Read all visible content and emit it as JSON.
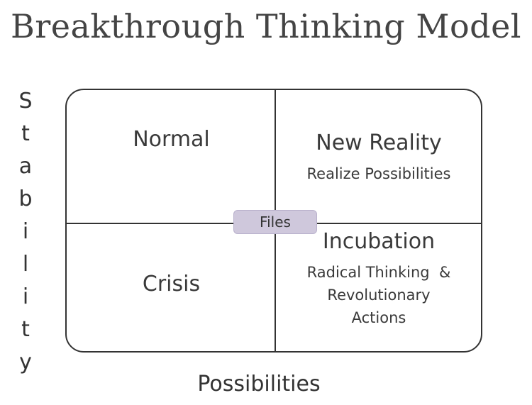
{
  "title": "Breakthrough Thinking Model",
  "y_axis": {
    "label": "Stability",
    "letters": [
      "S",
      "t",
      "a",
      "b",
      "i",
      "l",
      "i",
      "t",
      "y"
    ]
  },
  "x_axis": {
    "label": "Possibilities"
  },
  "quadrants": {
    "top_left": {
      "heading": "Normal"
    },
    "top_right": {
      "heading": "New Reality",
      "lines": [
        "Realize Possibilities"
      ]
    },
    "bottom_left": {
      "heading": "Crisis"
    },
    "bottom_right": {
      "heading": "Incubation",
      "lines": [
        "Radical Thinking  &",
        "Revolutionary",
        "Actions"
      ]
    }
  },
  "center_tag": {
    "label": "Files"
  },
  "colors": {
    "line": "#333333",
    "text": "#3a3a3a",
    "tag_fill": "#cfc8dc"
  }
}
